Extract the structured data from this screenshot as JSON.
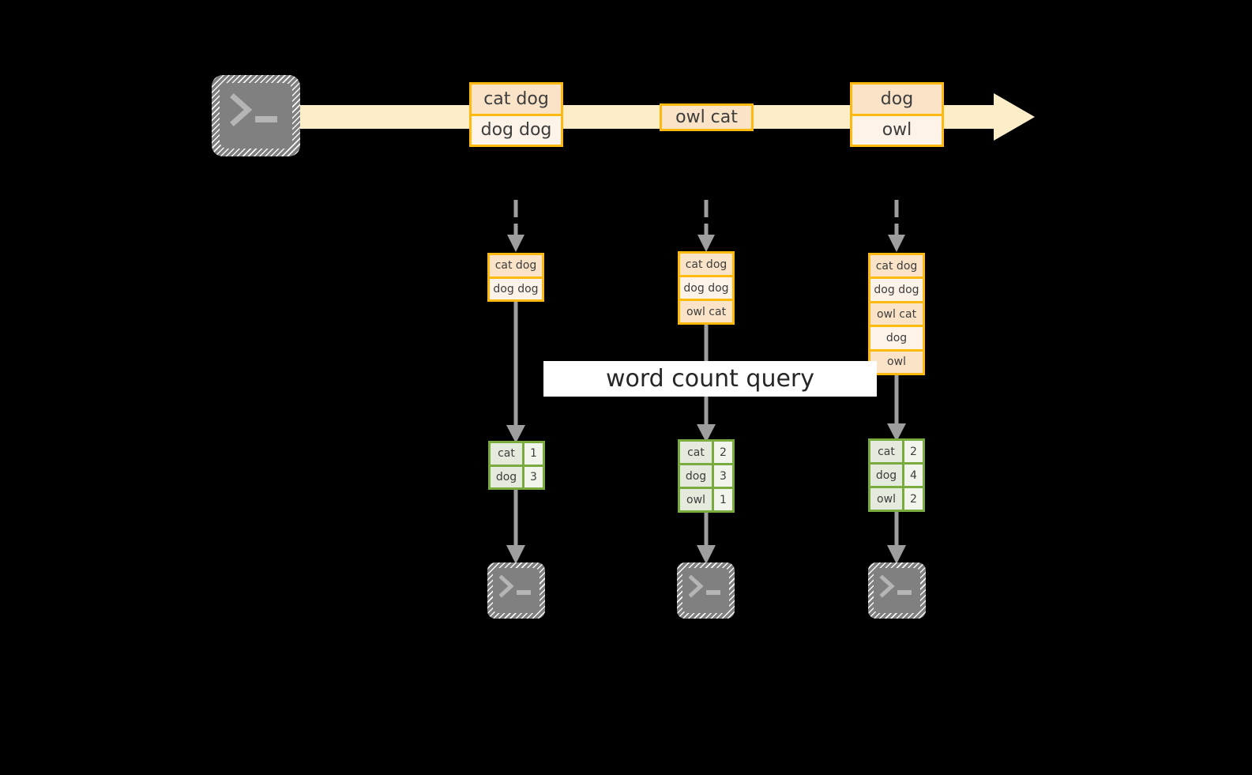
{
  "diagram": {
    "title_banner": "word count query",
    "colors": {
      "background": "#000000",
      "stream_fill": "#fdeec9",
      "record_border": "#ffb90f",
      "record_fill_dark": "#fbe3c7",
      "record_fill_light": "#fdf3e9",
      "result_border": "#7aab3f",
      "result_fill_word": "#e5ebdc",
      "result_fill_count": "#f2f5ec",
      "connector": "#9e9e9e",
      "terminal_fill": "#808080",
      "banner_fill": "#ffffff"
    }
  },
  "source": {
    "icon": "terminal-icon",
    "glyph": ">_"
  },
  "stream": {
    "direction": "right",
    "records": [
      {
        "id": "record-1",
        "lines": [
          {
            "text": "cat dog",
            "shade": "dark"
          },
          {
            "text": "dog dog",
            "shade": "light"
          }
        ]
      },
      {
        "id": "record-2",
        "lines": [
          {
            "text": "owl cat",
            "shade": "dark"
          }
        ]
      },
      {
        "id": "record-3",
        "lines": [
          {
            "text": "dog",
            "shade": "dark"
          },
          {
            "text": "owl",
            "shade": "light"
          }
        ]
      }
    ]
  },
  "snapshots": [
    {
      "id": "snapshot-1",
      "accumulated": [
        {
          "text": "cat dog",
          "shade": "dark"
        },
        {
          "text": "dog dog",
          "shade": "light"
        }
      ],
      "result": {
        "rows": [
          {
            "word": "cat",
            "count": "1"
          },
          {
            "word": "dog",
            "count": "3"
          }
        ]
      },
      "sink": {
        "icon": "terminal-icon",
        "glyph": ">_"
      }
    },
    {
      "id": "snapshot-2",
      "accumulated": [
        {
          "text": "cat dog",
          "shade": "dark"
        },
        {
          "text": "dog dog",
          "shade": "light"
        },
        {
          "text": "owl cat",
          "shade": "dark"
        }
      ],
      "result": {
        "rows": [
          {
            "word": "cat",
            "count": "2"
          },
          {
            "word": "dog",
            "count": "3"
          },
          {
            "word": "owl",
            "count": "1"
          }
        ]
      },
      "sink": {
        "icon": "terminal-icon",
        "glyph": ">_"
      }
    },
    {
      "id": "snapshot-3",
      "accumulated": [
        {
          "text": "cat dog",
          "shade": "dark"
        },
        {
          "text": "dog dog",
          "shade": "light"
        },
        {
          "text": "owl cat",
          "shade": "dark"
        },
        {
          "text": "dog",
          "shade": "light"
        },
        {
          "text": "owl",
          "shade": "dark"
        }
      ],
      "result": {
        "rows": [
          {
            "word": "cat",
            "count": "2"
          },
          {
            "word": "dog",
            "count": "4"
          },
          {
            "word": "owl",
            "count": "2"
          }
        ]
      },
      "sink": {
        "icon": "terminal-icon",
        "glyph": ">_"
      }
    }
  ]
}
